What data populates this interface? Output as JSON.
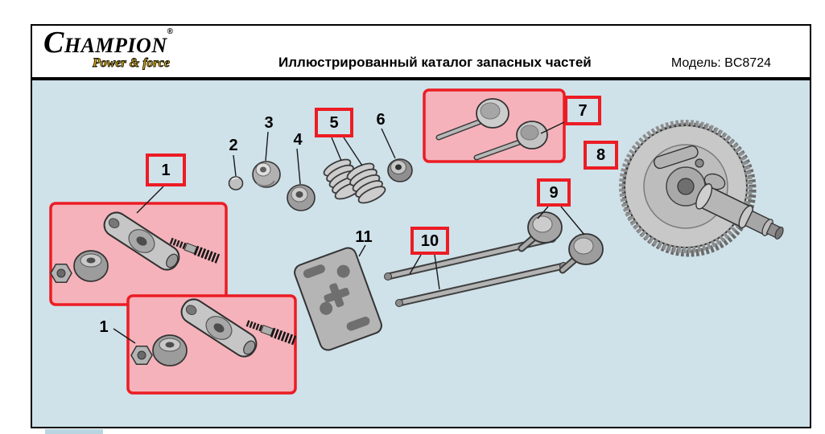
{
  "header": {
    "brand": "CHAMPION",
    "registered_mark": "®",
    "tagline": "Power & force",
    "title": "Иллюстрированный каталог запасных частей",
    "model": "Модель: BC8724"
  },
  "diagram": {
    "callouts": [
      {
        "label": "1",
        "boxed": true
      },
      {
        "label": "1",
        "boxed": false
      },
      {
        "label": "2",
        "boxed": false
      },
      {
        "label": "3",
        "boxed": false
      },
      {
        "label": "4",
        "boxed": false
      },
      {
        "label": "5",
        "boxed": true
      },
      {
        "label": "6",
        "boxed": false
      },
      {
        "label": "7",
        "boxed": true
      },
      {
        "label": "8",
        "boxed": true
      },
      {
        "label": "9",
        "boxed": true
      },
      {
        "label": "10",
        "boxed": true
      },
      {
        "label": "11",
        "boxed": false
      }
    ],
    "colors": {
      "background": "#cfe1e9",
      "highlight_fill": "#f5b2ba",
      "highlight_border": "#ec1c24",
      "brand_gold": "#f2b705"
    }
  }
}
